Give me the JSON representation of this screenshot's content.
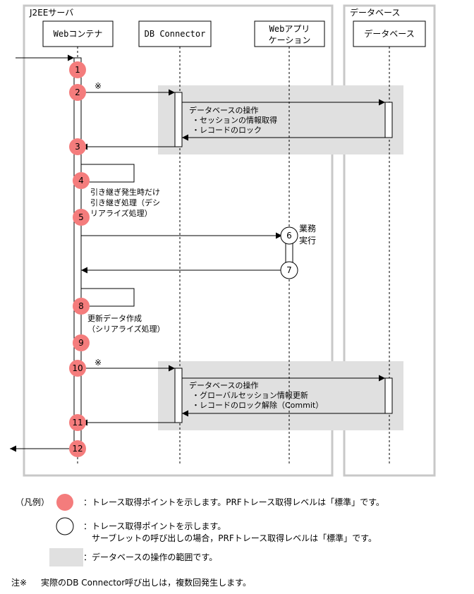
{
  "frames": {
    "server": "J2EEサーバ",
    "database": "データベース"
  },
  "lifelines": {
    "web_container": "Webコンテナ",
    "db_connector": "DB Connector",
    "web_app_line1": "Webアプリ",
    "web_app_line2": "ケーション",
    "database": "データベース"
  },
  "points": [
    "1",
    "2",
    "3",
    "4",
    "5",
    "6",
    "7",
    "8",
    "9",
    "10",
    "11",
    "12"
  ],
  "db_operation_1": {
    "title": "データベースの操作",
    "line1": "・セッションの情報取得",
    "line2": "・レコードのロック"
  },
  "db_operation_2": {
    "title": "データベースの操作",
    "line1": "・グローバルセッション情報更新",
    "line2": "・レコードのロック解除（Commit）"
  },
  "notes": {
    "asterisk_1": "※",
    "asterisk_2": "※",
    "handover_1": "引き継ぎ発生時だけ",
    "handover_2": "引き継ぎ処理（デシ",
    "handover_3": "リアライズ処理）",
    "business_1": "業務",
    "business_2": "実行",
    "update_1": "更新データ作成",
    "update_2": "（シリアライズ処理）"
  },
  "legend": {
    "label": "（凡例）",
    "red_desc": "：トレース取得ポイントを示します。PRFトレース取得レベルは「標準」です。",
    "white_desc_1": "：トレース取得ポイントを示します。",
    "white_desc_2": "サーブレットの呼び出しの場合，PRFトレース取得レベルは「標準」です。",
    "gray_desc": "：データベースの操作の範囲です。"
  },
  "footnote": {
    "mark": "注※",
    "text": "実際のDB Connector呼び出しは，複数回発生します。"
  },
  "colors": {
    "red_point": "#f47c7c",
    "frame_border": "#c8c8c8",
    "db_area": "#e0e0e0"
  }
}
